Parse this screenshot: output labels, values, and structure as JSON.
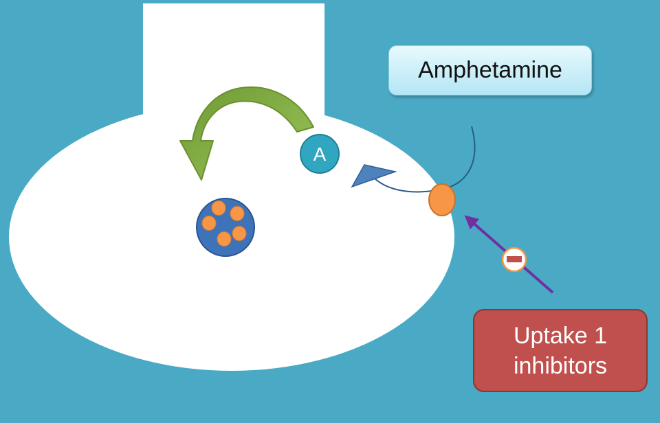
{
  "labels": {
    "drug": "Amphetamine",
    "inhibitor_line1": "Uptake 1",
    "inhibitor_line2": "inhibitors",
    "molecule": "A"
  },
  "colors": {
    "background": "#4aaac5",
    "neuron": "#ffffff",
    "vesicle_fill": "#3f73b9",
    "vesicle_dots": "#f79646",
    "transporter": "#f79646",
    "molecule_fill": "#31a6c0",
    "green_arrow": "#7fae3f",
    "blue_arrow": "#4f81bd",
    "purple_arrow": "#7030a0",
    "inhibit_mark": "#c0504d",
    "inhibitor_box": "#c0504d"
  },
  "icons": [
    "curved-green-arrow",
    "vesicle",
    "transporter",
    "blue-triangle-arrow",
    "purple-arrow",
    "minus-inhibition-icon"
  ]
}
